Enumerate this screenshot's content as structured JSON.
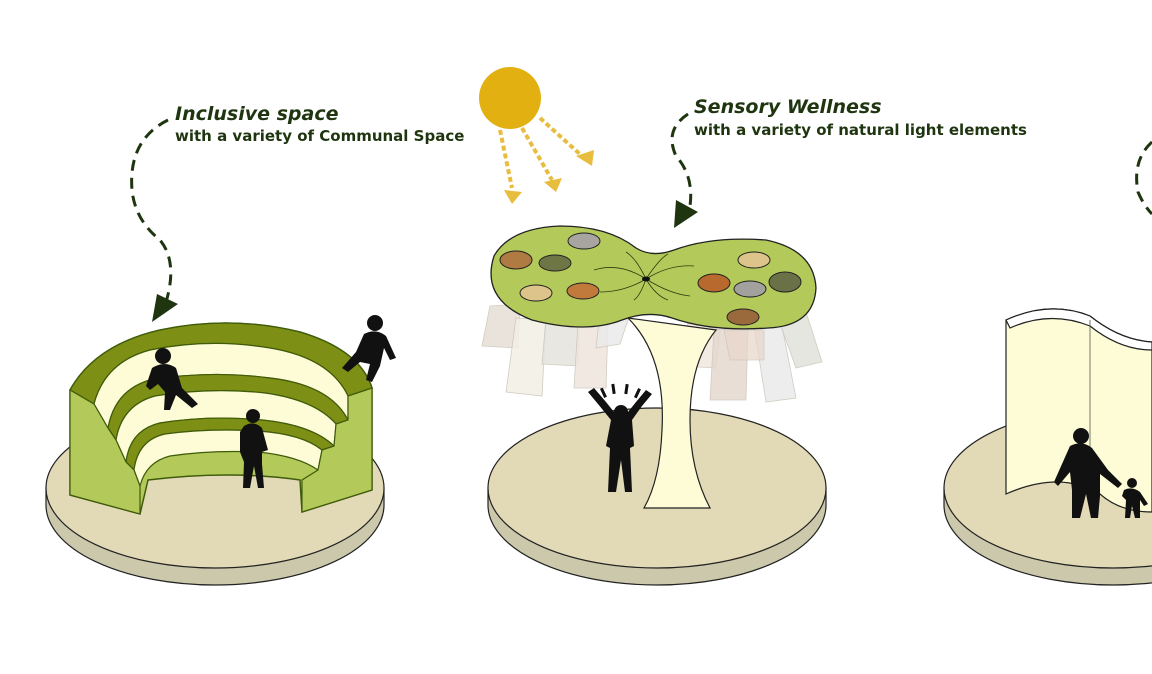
{
  "captions": {
    "inclusive": {
      "title": "Inclusive space",
      "subtitle": "with a variety of Communal Space"
    },
    "sensory": {
      "title": "Sensory Wellness",
      "subtitle": "with a variety of natural light elements"
    }
  },
  "colors": {
    "platform_top": "#e2d9b6",
    "platform_side": "#cbc8ab",
    "green_light": "#b3ca5a",
    "green_dark": "#7d8f14",
    "cream": "#fdfcd6",
    "sun": "#e3b012",
    "arrow": "#1f3510",
    "figure": "#111111"
  },
  "icons": {
    "sun": "sun-icon",
    "person": "person-silhouette-icon"
  }
}
